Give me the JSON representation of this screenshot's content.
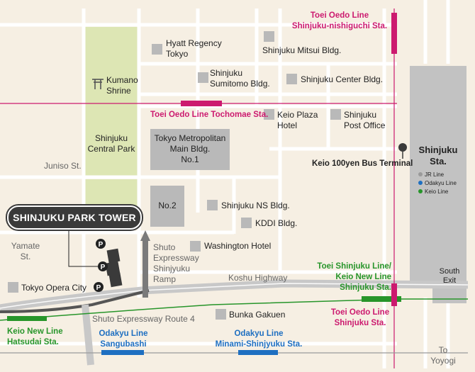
{
  "landmark": {
    "label": "SHINJUKU PARK TOWER"
  },
  "parks": {
    "central_park": "Shinjuku\nCentral Park",
    "kumano_shrine": "Kumano\nShrine"
  },
  "buildings": {
    "hyatt": "Hyatt Regency\nTokyo",
    "mitsui": "Shinjuku Mitsui Bldg.",
    "sumitomo": "Shinjuku\nSumitomo Bldg.",
    "center": "Shinjuku Center Bldg.",
    "keio_plaza": "Keio Plaza\nHotel",
    "post_office": "Shinjuku\nPost Office",
    "tmg_main": "Tokyo Metropolitan\nMain Bldg.\nNo.1",
    "tmg_no2": "No.2",
    "ns": "Shinjuku NS Bldg.",
    "kddi": "KDDI Bldg.",
    "washington": "Washington Hotel",
    "opera_city": "Tokyo Opera City",
    "bunka": "Bunka Gakuen"
  },
  "streets": {
    "juniso": "Juniso St.",
    "yamate": "Yamate\nSt.",
    "koshu": "Koshu Highway",
    "expressway_route4": "Shuto Expressway Route 4",
    "expressway_ramp": "Shuto\nExpressway\nShinjyuku\nRamp",
    "to_yoyogi": "To\nYoyogi"
  },
  "stations": {
    "oedo_nishiguchi": "Toei Oedo Line\nShinjuku-nishiguchi Sta.",
    "oedo_tochomae": "Toei Oedo Line Tochomae Sta.",
    "shinjuku_line": "Toei Shinjuku Line/\nKeio New Line\nShinjuku Sta.",
    "oedo_shinjuku": "Toei Oedo Line\nShinjuku Sta.",
    "keio_hatsudai": "Keio New Line\nHatsudai Sta.",
    "odakyu_sangubashi": "Odakyu Line\nSangubashi",
    "odakyu_minami": "Odakyu Line\nMinami-Shinjyuku Sta."
  },
  "shinjuku_station": {
    "title": "Shinjuku\nSta.",
    "south_exit": "South\nExit",
    "legend": [
      {
        "label": "JR Line",
        "color": "#9a9a9a"
      },
      {
        "label": "Odakyu Line",
        "color": "#1e6fc1"
      },
      {
        "label": "Keio Line",
        "color": "#27952a"
      }
    ]
  },
  "bus_terminal": {
    "label": "Keio 100yen Bus Terminal"
  },
  "parking_symbol": "P",
  "colors": {
    "oedo": "#cc1a6f",
    "keio": "#27952a",
    "odakyu": "#1e6fc1",
    "road": "#c8c8c8",
    "park": "#dde6b4",
    "building": "#b9b9b9"
  }
}
